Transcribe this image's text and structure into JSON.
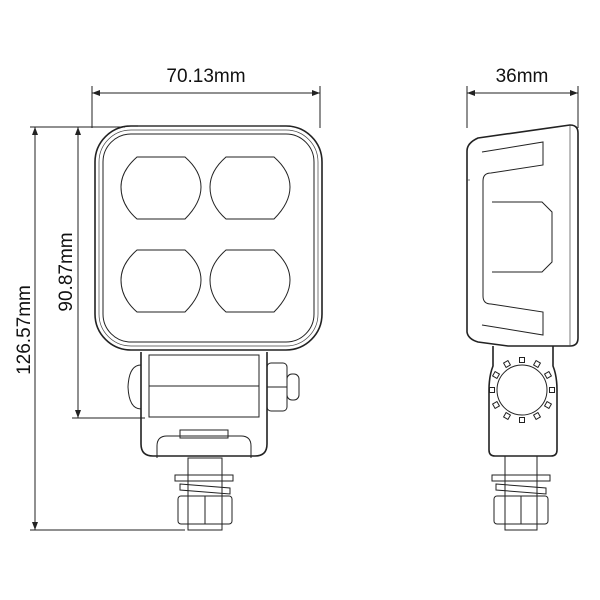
{
  "dimensions": {
    "front_width": "70.13mm",
    "side_depth": "36mm",
    "total_height": "126.57mm",
    "housing_height": "90.87mm"
  },
  "colors": {
    "line": "#222222",
    "background": "#ffffff"
  }
}
